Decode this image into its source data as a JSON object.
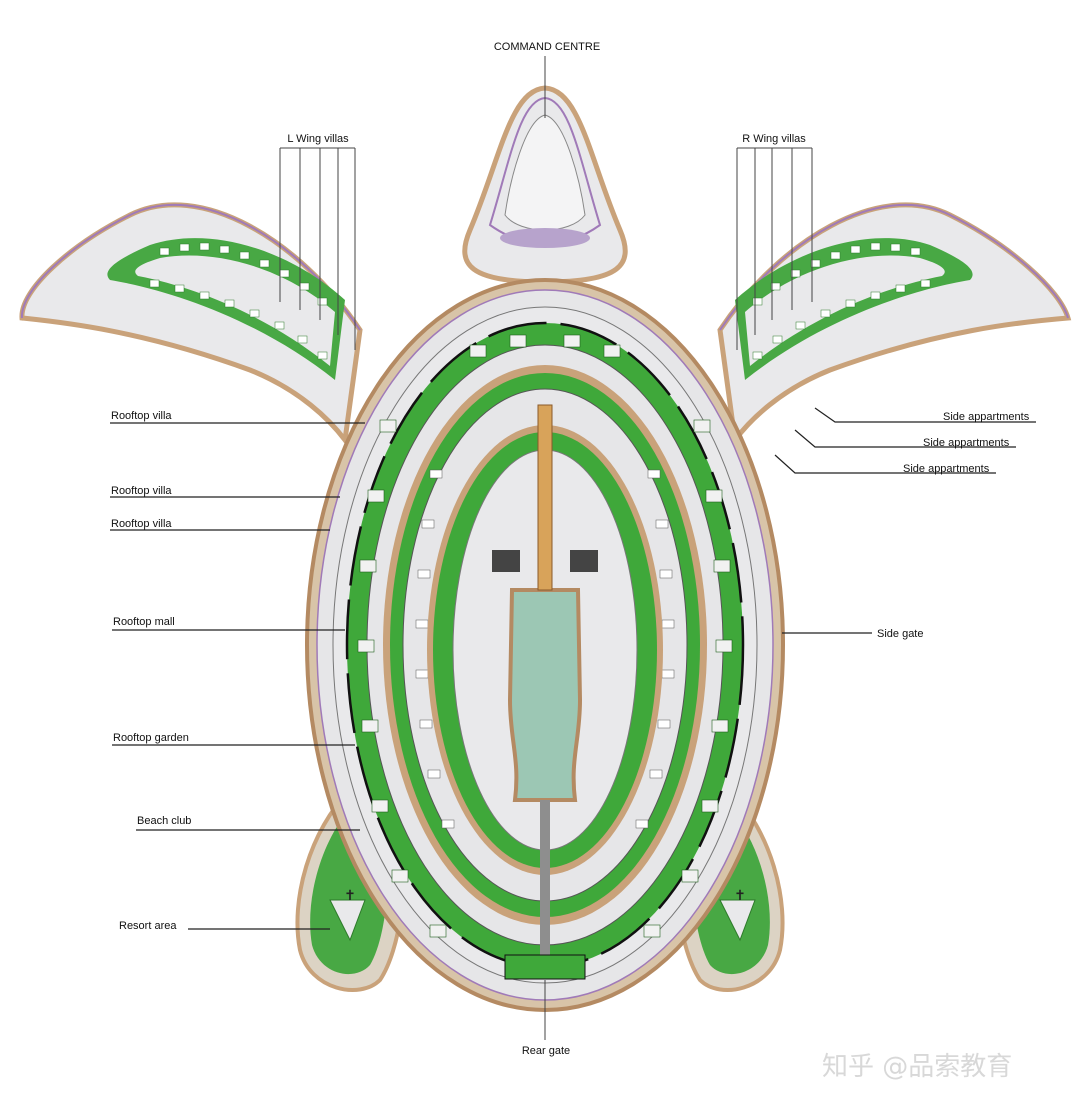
{
  "labels": {
    "command_centre": "COMMAND CENTRE",
    "l_wing_villas": "L Wing villas",
    "r_wing_villas": "R Wing villas",
    "rooftop_villa_1": "Rooftop villa",
    "rooftop_villa_2": "Rooftop villa",
    "rooftop_villa_3": "Rooftop villa",
    "rooftop_mall": "Rooftop mall",
    "rooftop_garden": "Rooftop garden",
    "beach_club": "Beach club",
    "resort_area": "Resort area",
    "side_appartments_1": "Side appartments",
    "side_appartments_2": "Side appartments",
    "side_appartments_3": "Side appartments",
    "side_gate": "Side gate",
    "rear_gate": "Rear gate"
  },
  "watermark": "知乎 @品索教育",
  "colors": {
    "green": "#3fa83a",
    "dark_green": "#1f7a22",
    "shell_grey": "#e4e4e6",
    "rim_tan": "#c9a27a",
    "rim_purple": "#a07ab8",
    "water": "#9cc7b4",
    "line": "#222222"
  }
}
